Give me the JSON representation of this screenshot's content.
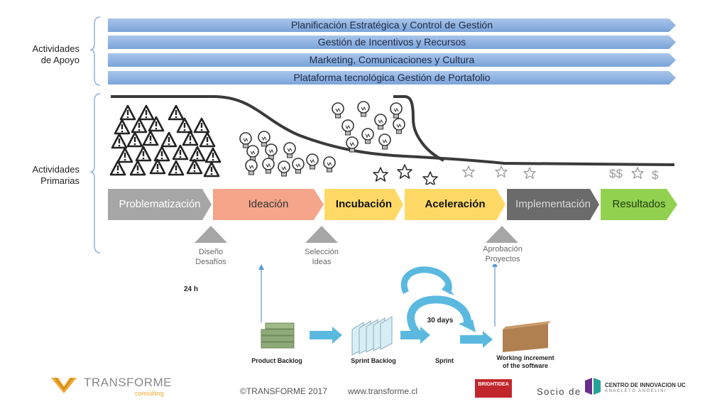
{
  "support": {
    "label": "Actividades\nde Apoyo",
    "bars": [
      "Planificación Estratégica y Control de Gestión",
      "Gestión de Incentivos y Recursos",
      "Marketing, Comunicaciones y Cultura",
      "Plataforma tecnológica Gestión de Portafolio"
    ]
  },
  "primary": {
    "label": "Actividades\nPrimarias",
    "stages": [
      {
        "label": "Problematización",
        "color": "#a6a6a6",
        "text": "#ffffff"
      },
      {
        "label": "Ideación",
        "color": "#f4a58a",
        "text": "#333333"
      },
      {
        "label": "Incubación",
        "color": "#ffd966",
        "text": "#111111"
      },
      {
        "label": "Aceleración",
        "color": "#ffd966",
        "text": "#111111"
      },
      {
        "label": "Implementación",
        "color": "#6b6b6b",
        "text": "#d9d9d9"
      },
      {
        "label": "Resultados",
        "color": "#92d050",
        "text": "#1f3d0c"
      }
    ],
    "gates": [
      "Diseño\nDesafíos",
      "Selección\nIdeas",
      "Aprobación\nProyectos"
    ]
  },
  "scrum": {
    "product_backlog": "Product Backlog",
    "sprint_backlog": "Sprint Backlog",
    "sprint": "Sprint",
    "working_increment": "Working increment\nof the software",
    "day_label": "24 h",
    "month_label": "30 days"
  },
  "footer": {
    "brand_main": "TRANSFORME",
    "brand_sub": "consulting",
    "copyright": "©TRANSFORME 2017",
    "website": "www.transforme.cl",
    "partner_badge": "BRIGHTIDEA",
    "partner_prefix": "Socio de",
    "partner_name": "CENTRO DE INNOVACION UC",
    "partner_sub": "ANACLETO ANGELINI"
  },
  "colors": {
    "support_bar": "#8fb3e3",
    "accent_orange": "#f0a830",
    "partner_purple": "#6a2f8a"
  }
}
